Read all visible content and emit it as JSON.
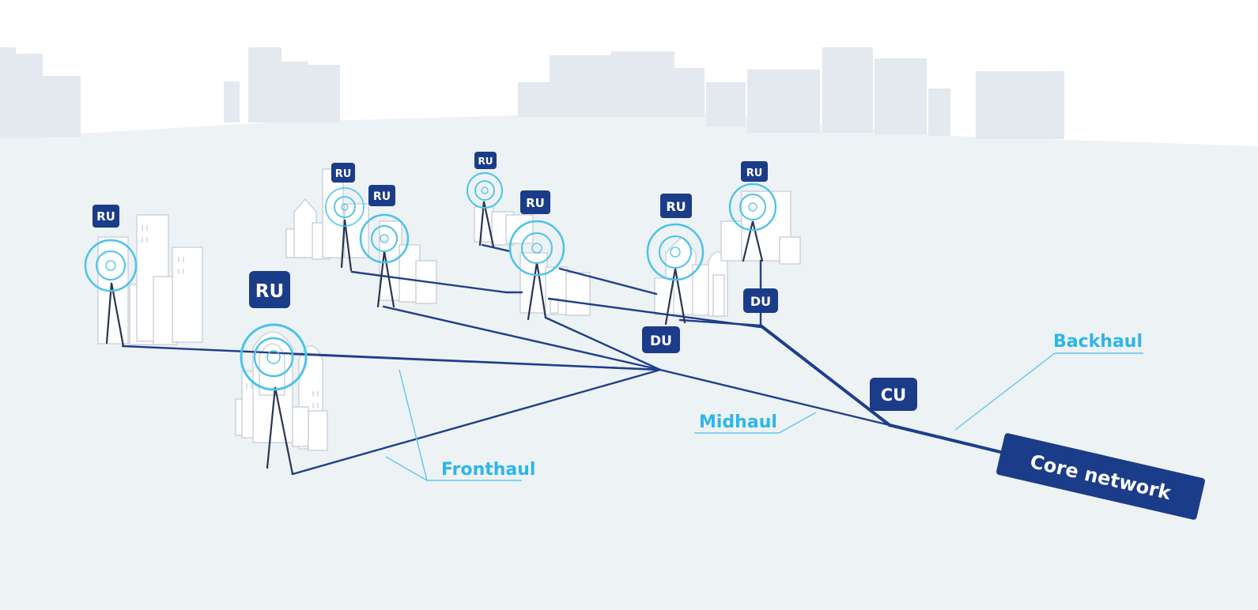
{
  "diagram": {
    "radio_units": [
      {
        "id": "ru-1",
        "label": "RU"
      },
      {
        "id": "ru-2",
        "label": "RU"
      },
      {
        "id": "ru-3",
        "label": "RU"
      },
      {
        "id": "ru-4",
        "label": "RU"
      },
      {
        "id": "ru-5",
        "label": "RU"
      },
      {
        "id": "ru-6",
        "label": "RU"
      },
      {
        "id": "ru-7",
        "label": "RU"
      },
      {
        "id": "ru-8",
        "label": "RU"
      }
    ],
    "distributed_units": [
      {
        "id": "du-1",
        "label": "DU"
      },
      {
        "id": "du-2",
        "label": "DU"
      }
    ],
    "central_unit": {
      "label": "CU"
    },
    "core": {
      "label": "Core network"
    },
    "segments": {
      "fronthaul": "Fronthaul",
      "midhaul": "Midhaul",
      "backhaul": "Backhaul"
    },
    "colors": {
      "badge": "#1b3c88",
      "link": "#1f3f8c",
      "signal": "#49c3ea",
      "label": "#2cb6ea",
      "ground": "#edf2f5"
    }
  }
}
